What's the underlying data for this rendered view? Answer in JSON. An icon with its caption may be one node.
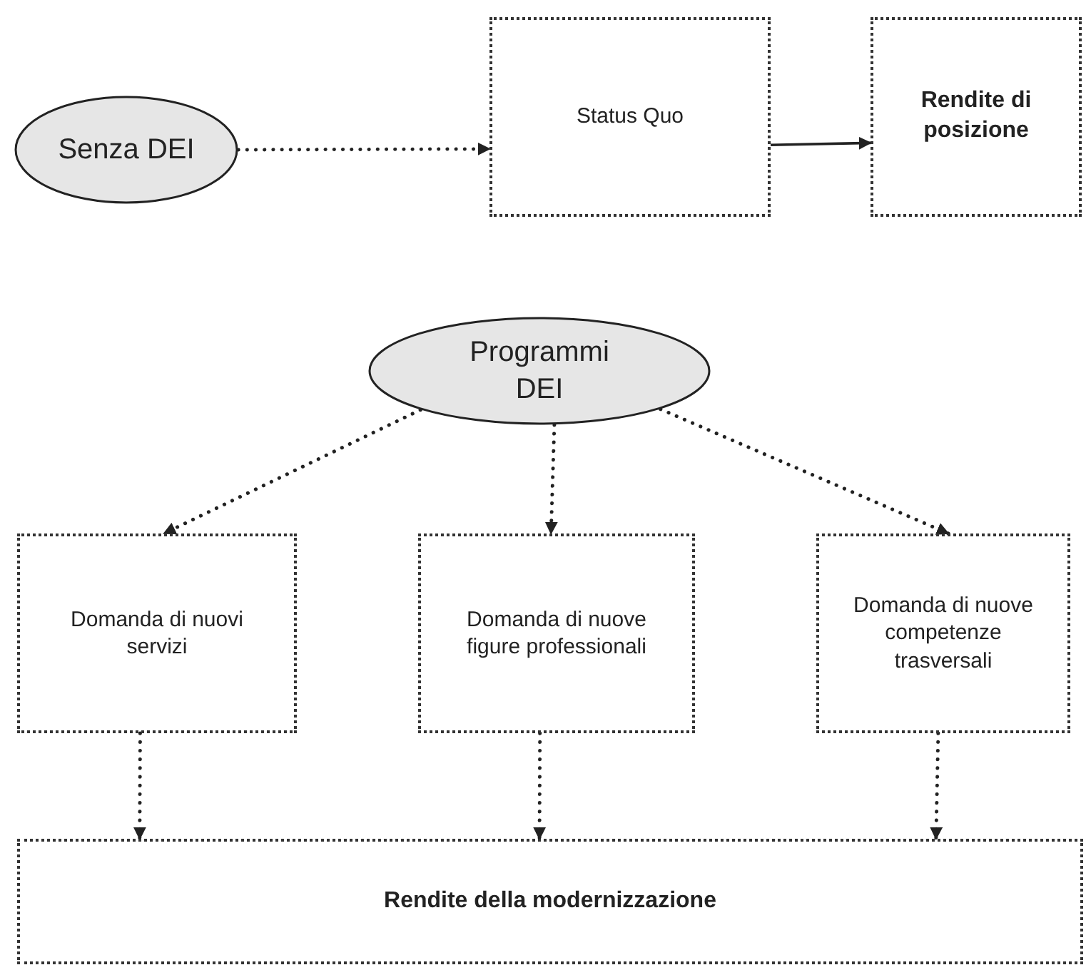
{
  "diagram": {
    "nodes": [
      {
        "text": [
          "Senza DEI"
        ]
      },
      {
        "text": [
          "Status Quo"
        ]
      },
      {
        "text": [
          "Rendite di posizione"
        ]
      },
      {
        "text": [
          "Programmi DEI"
        ]
      },
      {
        "text": [
          "Domanda di nuovi servizi"
        ]
      },
      {
        "text": [
          "Domanda di nuove figure professionali"
        ]
      },
      {
        "text": [
          "Domanda di nuove competenze trasversali"
        ]
      },
      {
        "text": [
          "Rendite della modernizzazione"
        ]
      }
    ],
    "edges": [
      {
        "from": 0,
        "to": 1,
        "arrow": "to",
        "style": "dashed"
      },
      {
        "from": 1,
        "to": 2,
        "arrow": "to"
      },
      {
        "from": 3,
        "to": 4,
        "arrow": "to",
        "style": "dashed"
      },
      {
        "from": 3,
        "to": 5,
        "arrow": "to",
        "style": "dashed"
      },
      {
        "from": 3,
        "to": 6,
        "arrow": "to",
        "style": "dashed"
      },
      {
        "from": 4,
        "to": 7,
        "arrow": "to",
        "style": "dashed"
      },
      {
        "from": 5,
        "to": 7,
        "arrow": "to",
        "style": "dashed"
      },
      {
        "from": 6,
        "to": 7,
        "arrow": "to",
        "style": "dashed"
      }
    ]
  }
}
